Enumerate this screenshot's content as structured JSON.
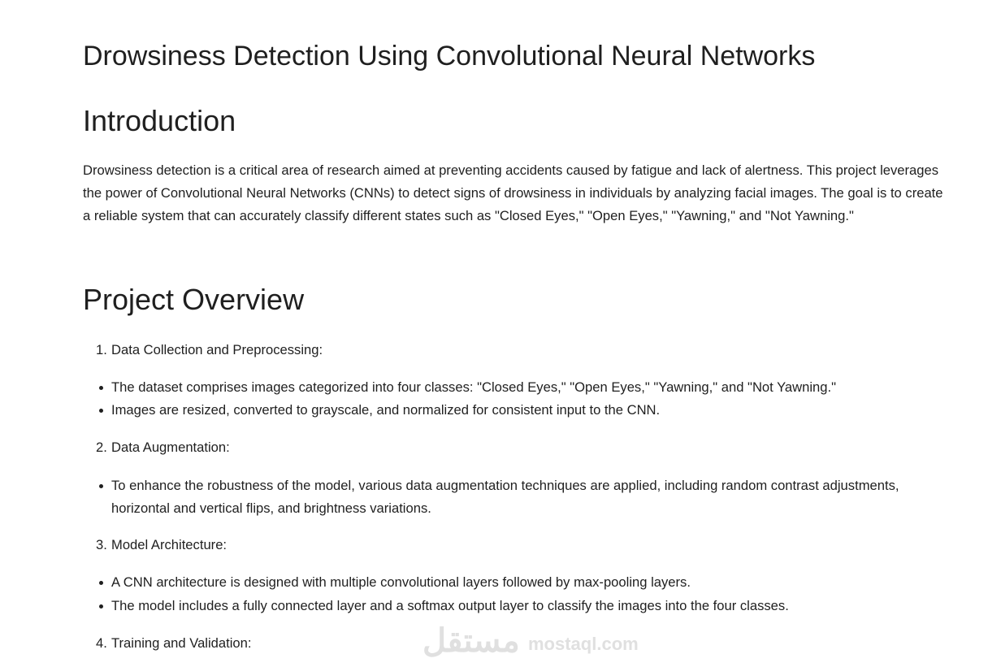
{
  "title": "Drowsiness Detection Using Convolutional Neural Networks",
  "intro": {
    "heading": "Introduction",
    "text": "Drowsiness detection is a critical area of research aimed at preventing accidents caused by fatigue and lack of alertness. This project leverages the power of Convolutional Neural Networks (CNNs) to detect signs of drowsiness in individuals by analyzing facial images. The goal is to create a reliable system that can accurately classify different states such as \"Closed Eyes,\" \"Open Eyes,\" \"Yawning,\" and \"Not Yawning.\""
  },
  "overview": {
    "heading": "Project Overview",
    "sections": [
      {
        "num": "1.",
        "label": "Data Collection and Preprocessing:",
        "bullets": [
          "The dataset comprises images categorized into four classes: \"Closed Eyes,\" \"Open Eyes,\" \"Yawning,\" and \"Not Yawning.\"",
          "Images are resized, converted to grayscale, and normalized for consistent input to the CNN."
        ]
      },
      {
        "num": "2.",
        "label": "Data Augmentation:",
        "bullets": [
          "To enhance the robustness of the model, various data augmentation techniques are applied, including random contrast adjustments, horizontal and vertical flips, and brightness variations."
        ]
      },
      {
        "num": "3.",
        "label": "Model Architecture:",
        "bullets": [
          "A CNN architecture is designed with multiple convolutional layers followed by max-pooling layers.",
          "The model includes a fully connected layer and a softmax output layer to classify the images into the four classes."
        ]
      },
      {
        "num": "4.",
        "label": "Training and Validation:",
        "bullets": []
      }
    ]
  },
  "watermark": {
    "arabic": "مستقل",
    "latin": "mostaql.com"
  }
}
